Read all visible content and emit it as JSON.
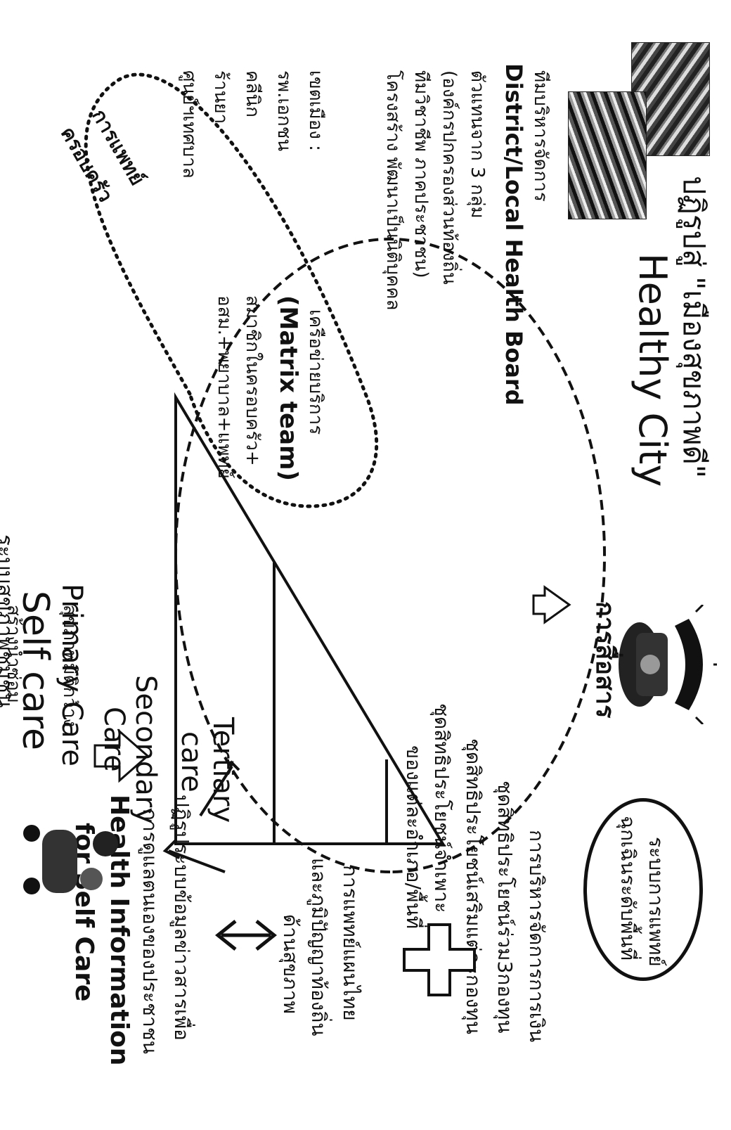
{
  "top_left": {
    "line1": "ปฏิรูปสู่ \"เมืองสุขภาพดี\"",
    "line2": "Healthy City"
  },
  "communication_label": "การสื่อสาร",
  "emergency_oval": {
    "line1": "ระบบการแพทย์",
    "line2": "ฉุกเฉินระดับพื้นที่"
  },
  "finance": {
    "line1": "การบริหารจัดการการเงิน",
    "line2": "ชุดสิทธิประโยชน์ร่วม3กองทุน",
    "line3": "ชุดสิทธิประโยชน์เสริมแต่ละกองทุน",
    "line4": "ชุดสิทธิประโยชน์จำเพาะ",
    "line5": "ของแต่ละอำเภอ/พื้นที่"
  },
  "thai_medicine": {
    "line1": "การแพทย์แผนไทย",
    "line2": "และภูมิปัญญาท้องถิ่น",
    "line3": "ด้านสุขภาพ"
  },
  "info_reform": {
    "line1": "ปฏิรูประบบข้อมูลข่าวสารเพื่อ",
    "line2": "การดูแลตนเองของประชาชน",
    "line3": "Health Information",
    "line4": "for Self Care"
  },
  "pyramid": {
    "tier1a": "Tertiary",
    "tier1b": "care",
    "tier2a": "Secondary",
    "tier2b": "Care",
    "tier3": "Primary  Care",
    "tier4": "Self care",
    "bottom": "ระบบสุขภาพชุมชน"
  },
  "bottom_left": {
    "line1": "สร้างนำซ่อม",
    "line2": "สุขภาพมิติกว้าง"
  },
  "district": {
    "team": "ทีมบริหารจัดการ",
    "board": "District/Local Health Board",
    "rep": "ตัวแทนจาก 3 กลุ่ม",
    "rep_num": "3",
    "groups1": "(องค์กรปกครองส่วนท้องถิ่น",
    "groups2": "ทีมวิชาชีพ  ภาคประชาชน)",
    "structure": "โครงสร้าง พัฒนาเป็นนิติบุคคล"
  },
  "urban": {
    "label": "เขตเมือง :",
    "items": [
      "รพ.เอกชน",
      "คลีนิก",
      "ร้านยา",
      "ศูนย์ฯเทศบาล"
    ]
  },
  "network": {
    "line1": "เครือข่ายบริการ",
    "line2": "(Matrix team)",
    "line3": "สมาชิกในครอบครัว+",
    "line4": "อสม.+พยาบาล+แพทย์"
  },
  "family_doctor": {
    "line1": "การแพทย์",
    "line2": "ครอบครัว"
  }
}
